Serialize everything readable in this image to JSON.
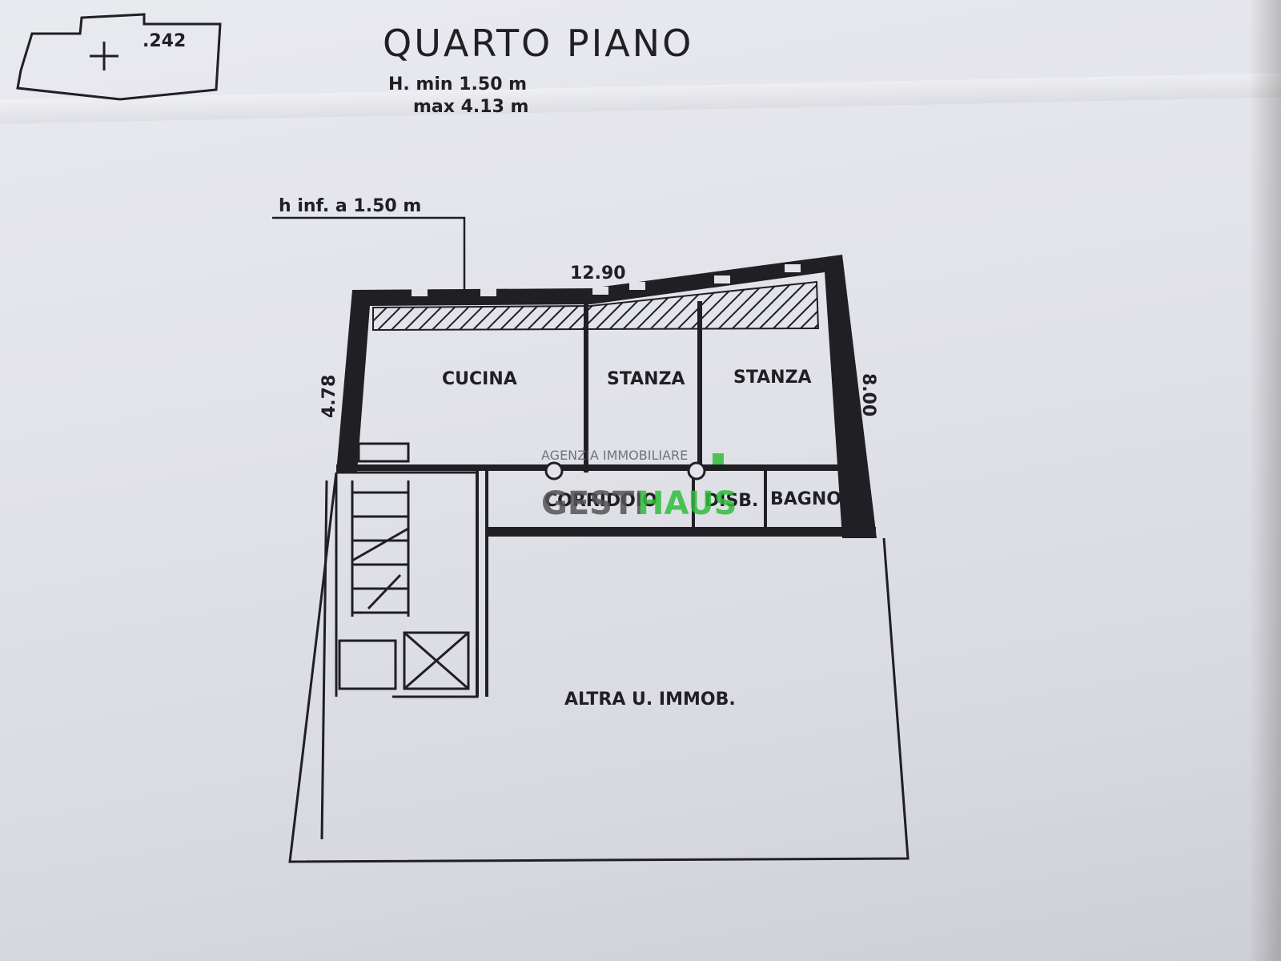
{
  "plan": {
    "title": "QUARTO PIANO",
    "height_min": "H. min 1.50 m",
    "height_max": "max 4.13 m",
    "key_plan_label": ".242",
    "low_height_note": "h inf. a 1.50 m",
    "dimensions": {
      "top_width": "12.90",
      "left_height": "4.78",
      "right_height": "8.00"
    },
    "rooms": {
      "kitchen": "CUCINA",
      "room_1": "STANZA",
      "room_2": "STANZA",
      "corridor": "CORRIDOIO",
      "hall": "DISB.",
      "bathroom": "BAGNO",
      "other_unit": "ALTRA U. IMMOB."
    }
  },
  "watermark": {
    "agency_line": "AGENZIA IMMOBILIARE",
    "brand_part1": "GESTI",
    "brand_part2": "HAUS",
    "color_gray": "#555555",
    "color_green": "#2fbf3a"
  }
}
